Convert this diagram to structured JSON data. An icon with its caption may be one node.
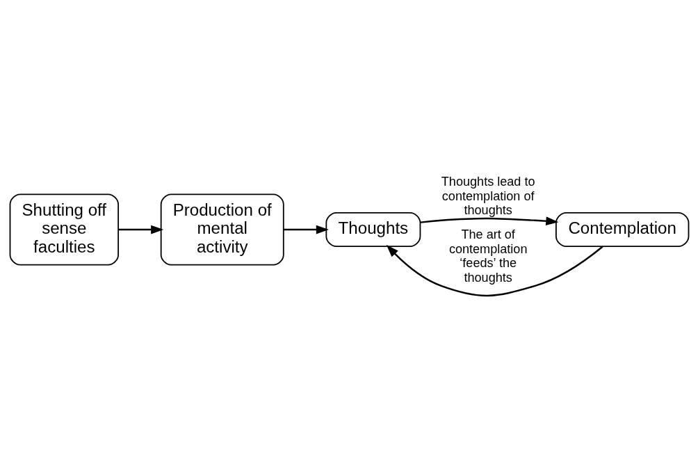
{
  "diagram": {
    "nodes": [
      {
        "text": [
          "Shutting off sense faculties"
        ]
      },
      {
        "text": [
          "Production of mental activity"
        ]
      },
      {
        "text": [
          "Thoughts"
        ]
      },
      {
        "text": [
          "Contemplation"
        ]
      }
    ],
    "edges": [
      {
        "from": 0,
        "to": 1,
        "arrow": "to"
      },
      {
        "from": 1,
        "to": 2,
        "arrow": "to"
      },
      {
        "from": 2,
        "to": 3,
        "arrow": "to",
        "label": "Thoughts lead to contemplation of thoughts"
      },
      {
        "from": 3,
        "to": 2,
        "arrow": "to",
        "label": "The art of contemplation ‘feeds’ the thoughts"
      }
    ]
  }
}
